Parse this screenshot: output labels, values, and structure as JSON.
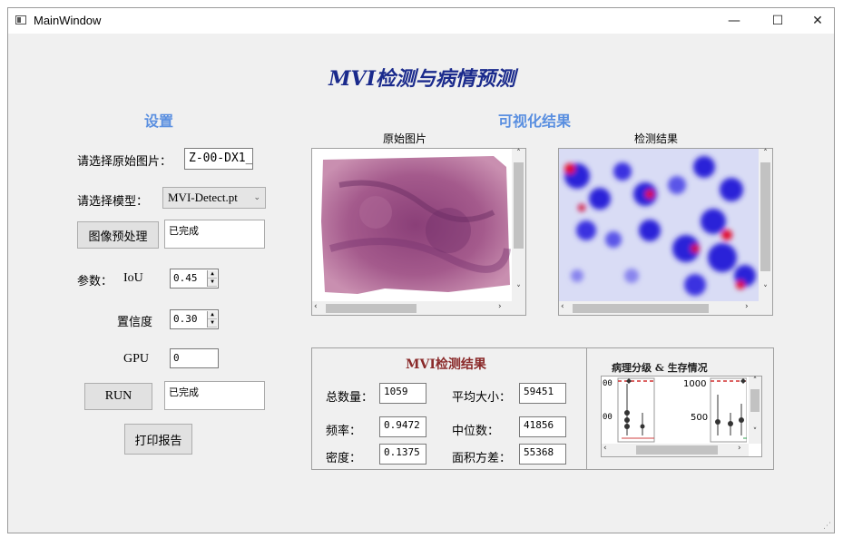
{
  "window": {
    "title": "MainWindow",
    "minimize": "—",
    "maximize": "☐",
    "close": "✕"
  },
  "main_title": "MVI检测与病情预测",
  "settings": {
    "title": "设置",
    "image_label": "请选择原始图片：",
    "image_value": "Z-00-DX1_",
    "model_label": "请选择模型：",
    "model_value": "MVI-Detect.pt",
    "preprocess_button": "图像预处理",
    "preprocess_status": "已完成",
    "params_label": "参数：",
    "iou_label": "IoU",
    "iou_value": "0.45",
    "conf_label": "置信度",
    "conf_value": "0.30",
    "gpu_label": "GPU",
    "gpu_value": "0",
    "run_button": "RUN",
    "run_status": "已完成",
    "print_button": "打印报告"
  },
  "visual": {
    "title": "可视化结果",
    "original_label": "原始图片",
    "detect_label": "检测结果"
  },
  "results": {
    "title": "MVI检测结果",
    "total_label": "总数量：",
    "total_value": "1059",
    "avg_size_label": "平均大小：",
    "avg_size_value": "59451",
    "freq_label": "频率：",
    "freq_value": "0.9472",
    "median_label": "中位数：",
    "median_value": "41856",
    "density_label": "密度：",
    "density_value": "0.1375",
    "area_var_label": "面积方差：",
    "area_var_value": "55368"
  },
  "pathology": {
    "title": "病理分级 & 生存情况",
    "ticks_left": [
      "00",
      "00"
    ],
    "ticks_right": [
      "1000",
      "500"
    ]
  },
  "colors": {
    "main_title": "#1a2a8c",
    "section_title": "#5a8fe0",
    "results_title": "#8a2a2a"
  }
}
